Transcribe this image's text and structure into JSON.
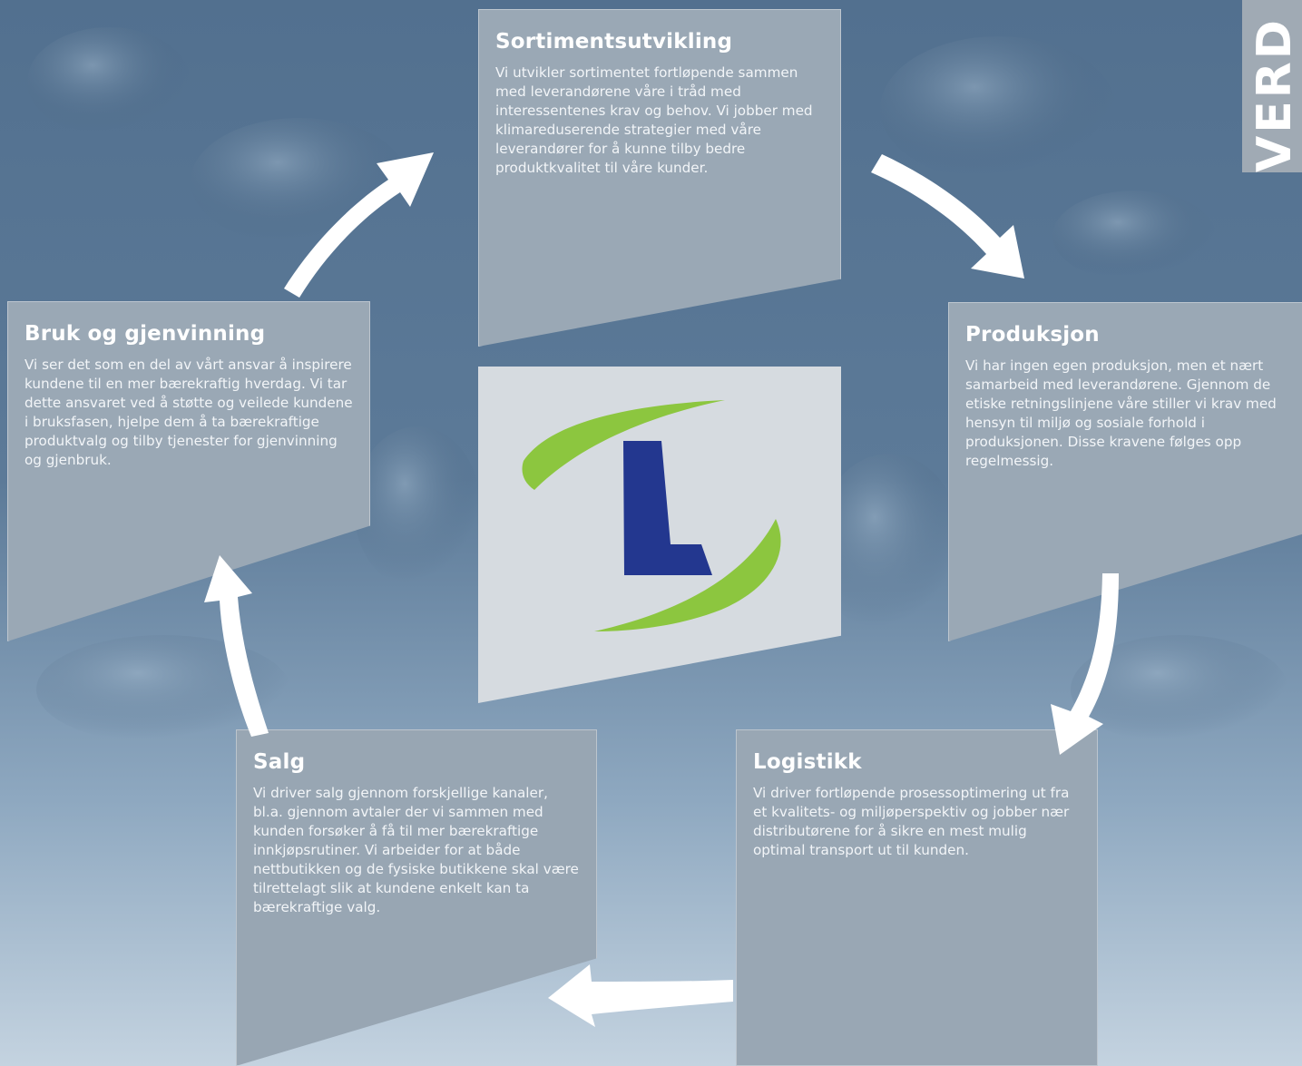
{
  "vertical_tab": "VERD",
  "cards": {
    "sortiment": {
      "title": "Sortimentsutvikling",
      "text": "Vi utvikler sortimentet fortløpende sammen med leverandørene våre i tråd med interessentenes krav og behov. Vi jobber med klimareduserende strategier med våre leverandører for å kunne tilby bedre produktkvalitet til våre kunder."
    },
    "produksjon": {
      "title": "Produksjon",
      "text": "Vi har ingen egen produksjon, men et nært samarbeid med leverandørene. Gjennom de etiske retningslinjene våre stiller vi krav med hensyn til miljø og sosiale forhold i produksjonen. Disse kravene følges opp regelmessig."
    },
    "bruk": {
      "title": "Bruk og gjenvinning",
      "text": "Vi ser det som en del av vårt ansvar å inspirere kundene til en mer bærekraftig hverdag. Vi tar dette ansvaret ved å støtte og veilede kundene i bruksfasen, hjelpe dem å ta bærekraftige produktvalg og tilby tjenester for gjenvinning og gjenbruk."
    },
    "salg": {
      "title": "Salg",
      "text": "Vi driver salg gjennom forskjellige kanaler, bl.a. gjennom avtaler der vi sammen med kunden forsøker å få til mer bærekraftige innkjøpsrutiner. Vi arbeider for at både nettbutikken og de fysiske butikkene skal være tilrettelagt slik at kundene enkelt kan ta bærekraftige valg."
    },
    "logistikk": {
      "title": "Logistikk",
      "text": "Vi driver fortløpende prosessoptimering ut fra et kvalitets- og miljøperspektiv og jobber nær distributørene for å sikre en mest mulig optimal transport ut til kunden."
    }
  },
  "logo": {
    "letter": "L",
    "letter_color": "#23378f",
    "swoosh_color": "#8cc63f"
  }
}
